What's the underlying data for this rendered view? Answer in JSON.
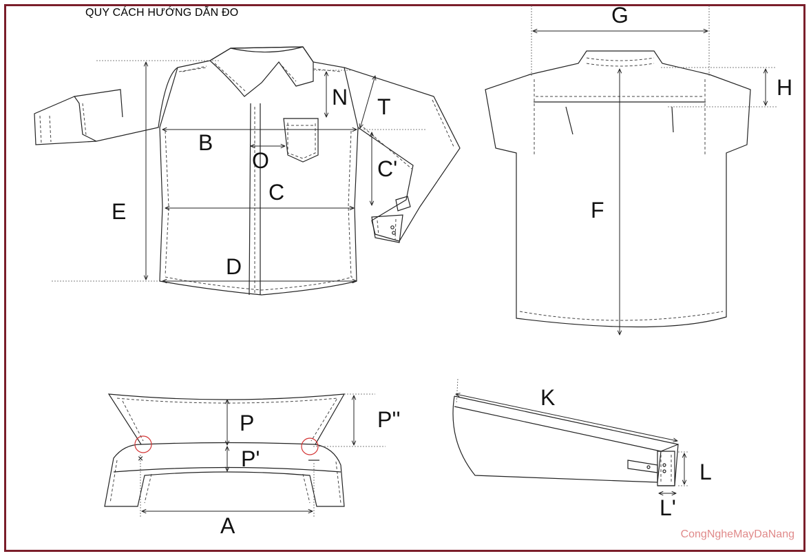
{
  "title": "QUY CÁCH HƯỚNG DẪN ĐO",
  "watermark": "CongNgheMayDaNang",
  "labels": {
    "A": "A",
    "B": "B",
    "C": "C",
    "C2": "C'",
    "D": "D",
    "E": "E",
    "F": "F",
    "G": "G",
    "H": "H",
    "K": "K",
    "L": "L",
    "L2": "L'",
    "N": "N",
    "O": "O",
    "P": "P",
    "P2": "P'",
    "P3": "P''",
    "T": "T"
  },
  "colors": {
    "frame": "#7a1e2a",
    "watermark": "#e08a8a",
    "marker": "#d33333"
  }
}
